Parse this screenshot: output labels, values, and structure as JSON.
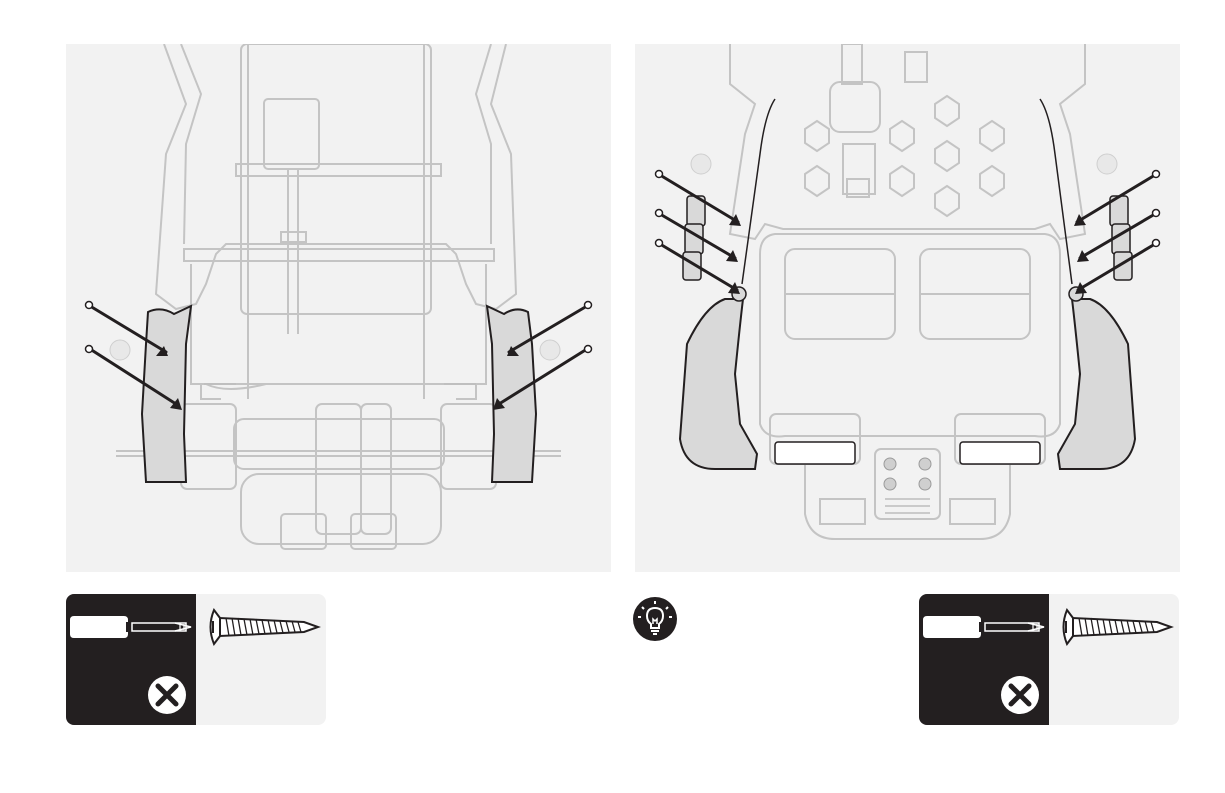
{
  "colors": {
    "panel_background": "#f2f2f2",
    "highlight_part": "#d9d9d9",
    "outline": "#bdbdbd",
    "ink": "#231f20",
    "tool_card_dark": "#231f20"
  },
  "left_step": {
    "illustration": "rear-view-fender-attachment",
    "screw_count": 4,
    "tool": {
      "screwdriver_icon": "screwdriver-icon",
      "not_included_icon": "x-circle-icon",
      "screw_icon": "screw-icon"
    }
  },
  "right_step": {
    "illustration": "top-view-fender-attachment",
    "screw_count": 6,
    "tip_icon": "lightbulb-icon",
    "tool": {
      "screwdriver_icon": "screwdriver-icon",
      "not_included_icon": "x-circle-icon",
      "screw_icon": "screw-icon"
    }
  }
}
